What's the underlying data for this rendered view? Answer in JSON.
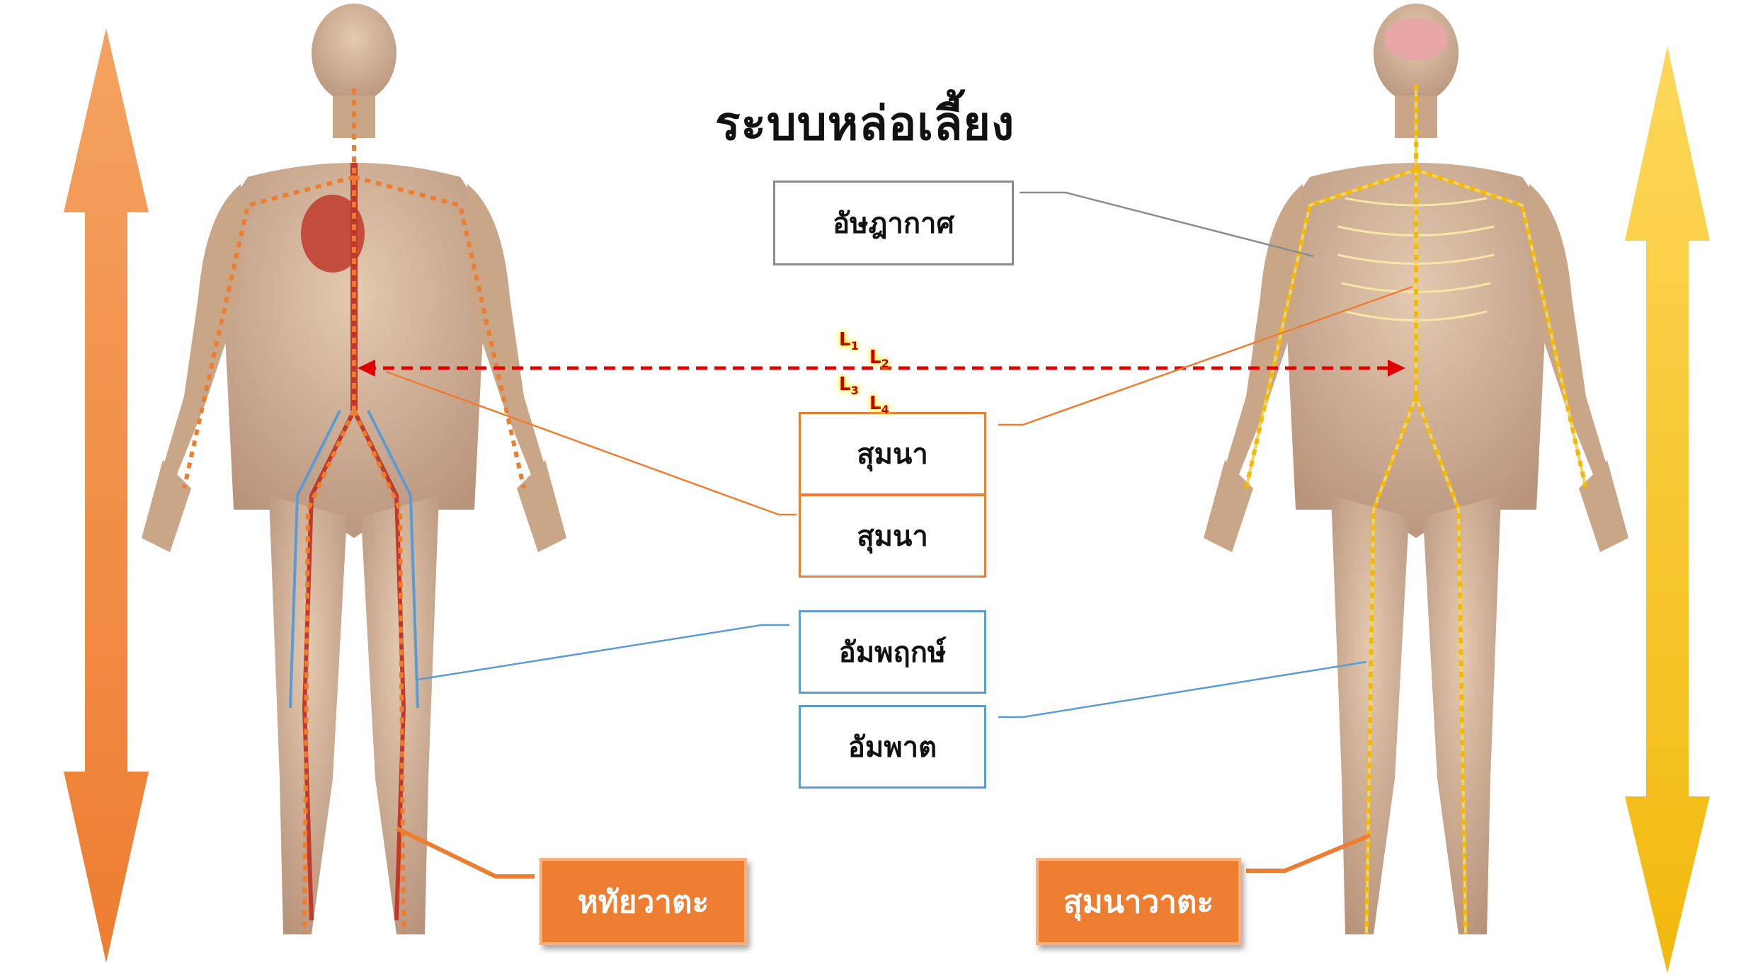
{
  "title": "ระบบหล่อเลี้ยง",
  "boxes": {
    "top": "อัษฎากาศ",
    "middle1": "สุมนา",
    "middle2": "สุมนา",
    "lower1": "อัมพฤกษ์",
    "lower2": "อัมพาต"
  },
  "buttons": {
    "left": "หทัยวาตะ",
    "right": "สุมนาวาตะ"
  },
  "vertebra_labels": [
    {
      "letter": "L",
      "num": "1"
    },
    {
      "letter": "L",
      "num": "2"
    },
    {
      "letter": "L",
      "num": "3"
    },
    {
      "letter": "L",
      "num": "4"
    }
  ],
  "colors": {
    "orange": "#ed7d31",
    "orange_light": "#f4a261",
    "yellow": "#f2b90d",
    "yellow_light": "#fdd75a",
    "blue": "#5b9bd5",
    "grey": "#8c8c8c",
    "red_dashed": "#e00000",
    "skin": "#c8a585",
    "skin_light": "#ddc3a6"
  }
}
